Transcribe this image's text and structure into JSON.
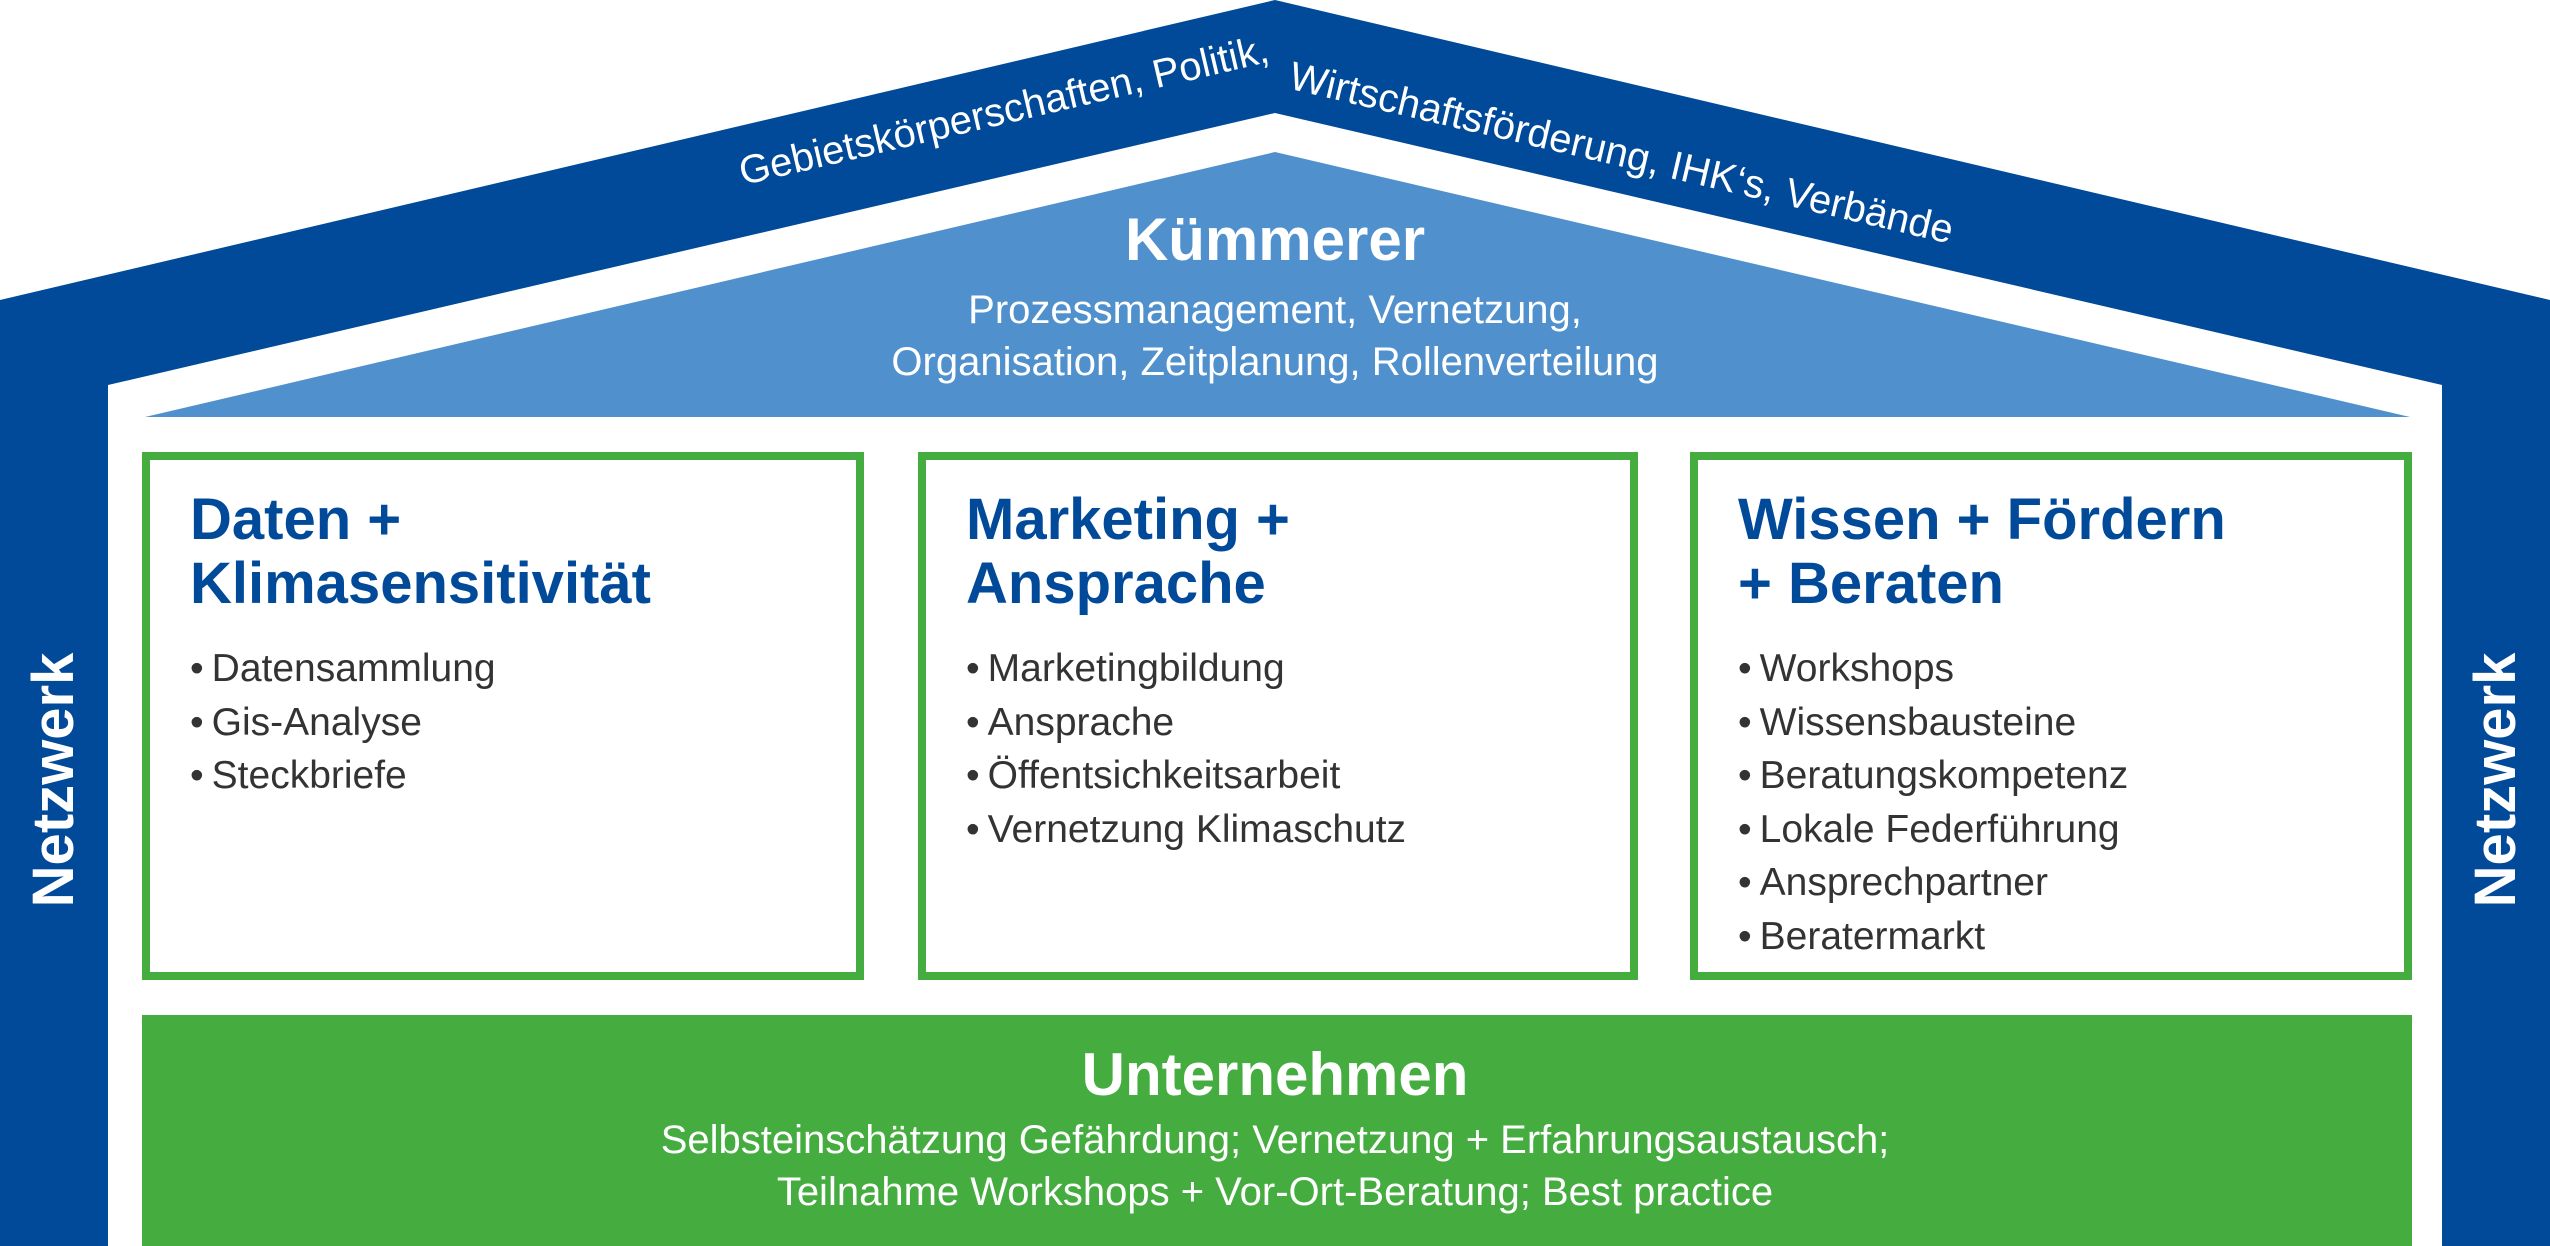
{
  "roof": {
    "label": "Gebietskörperschaften, Politik, Wirtschaftsförderung, IHK‘s, Verbände",
    "label_left": "Gebietskörperschaften, Politik,",
    "label_right": "Wirtschaftsförderung, IHK‘s, Verbände"
  },
  "kuemmerer": {
    "title": "Kümmerer",
    "line1": "Prozessmanagement, Vernetzung,",
    "line2": "Organisation, Zeitplanung, Rollenverteilung"
  },
  "pillars": [
    {
      "title_line1": "Daten +",
      "title_line2": "Klimasensitivität",
      "items": [
        "Datensammlung",
        "Gis-Analyse",
        "Steckbriefe"
      ]
    },
    {
      "title_line1": "Marketing +",
      "title_line2": "Ansprache",
      "items": [
        "Marketingbildung",
        "Ansprache",
        "Öffentsichkeitsarbeit",
        "Vernetzung Klimaschutz"
      ]
    },
    {
      "title_line1": "Wissen + Fördern",
      "title_line2": "+ Beraten",
      "items": [
        "Workshops",
        "Wissensbausteine",
        "Beratungskompetenz",
        "Lokale Federführung",
        "Ansprechpartner",
        "Beratermarkt"
      ]
    }
  ],
  "side": {
    "left_label": "Netzwerk",
    "right_label": "Netzwerk"
  },
  "foundation": {
    "title": "Unternehmen",
    "line1": "Selbsteinschätzung Gefährdung; Vernetzung + Erfahrungsaustausch;",
    "line2": "Teilnahme Workshops + Vor-Ort-Beratung; Best practice"
  },
  "colors": {
    "dark_blue": "#004a99",
    "light_blue": "#4f90cd",
    "green": "#45ac3f",
    "text_dark": "#333333"
  }
}
